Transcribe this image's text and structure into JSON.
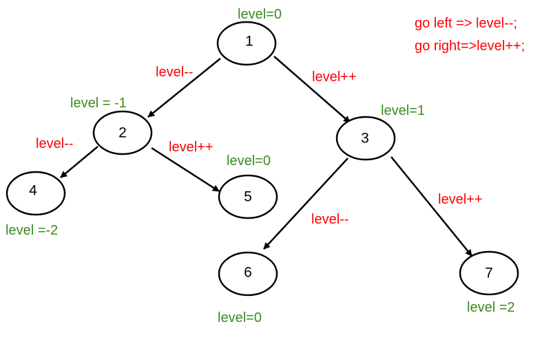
{
  "colors": {
    "level_text": "#3a8a1e",
    "operation_text": "#ff0000",
    "line": "#000000"
  },
  "legend": {
    "line1": "go left =>  level--;",
    "line2": "go right=>level++;"
  },
  "nodes": [
    {
      "id": "1",
      "label": "1",
      "level_label": "level=0"
    },
    {
      "id": "2",
      "label": "2",
      "level_label": "level = -1"
    },
    {
      "id": "3",
      "label": "3",
      "level_label": "level=1"
    },
    {
      "id": "4",
      "label": "4",
      "level_label": "level =-2"
    },
    {
      "id": "5",
      "label": "5",
      "level_label": "level=0"
    },
    {
      "id": "6",
      "label": "6",
      "level_label": "level=0"
    },
    {
      "id": "7",
      "label": "7",
      "level_label": "level =2"
    }
  ],
  "edges": [
    {
      "from": "1",
      "to": "2",
      "label": "level--"
    },
    {
      "from": "1",
      "to": "3",
      "label": "level++"
    },
    {
      "from": "2",
      "to": "4",
      "label": "level--"
    },
    {
      "from": "2",
      "to": "5",
      "label": "level++"
    },
    {
      "from": "3",
      "to": "6",
      "label": "level--"
    },
    {
      "from": "3",
      "to": "7",
      "label": "level++"
    }
  ]
}
